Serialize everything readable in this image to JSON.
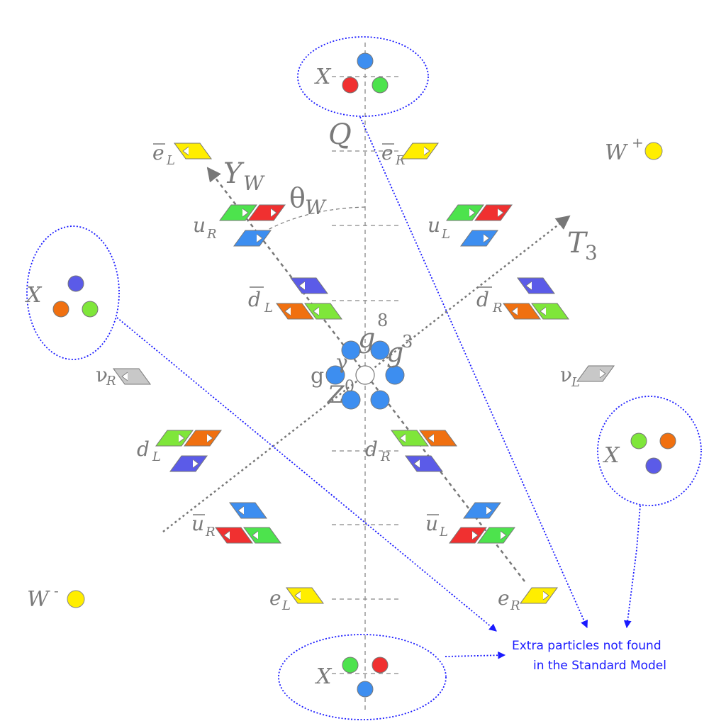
{
  "axes": {
    "q": "Q",
    "yw_main": "Y",
    "yw_sub": "W",
    "t3_main": "T",
    "t3_sub": "3",
    "theta_main": "θ",
    "theta_sub": "W"
  },
  "bosons": {
    "w_plus_main": "W",
    "w_plus_sup": "+",
    "w_minus_main": "W",
    "w_minus_sup": "-",
    "g8_main": "g",
    "g8_sup": "8",
    "g3_main": "g",
    "g3_sup": "3",
    "gamma": "γ",
    "g_left": "g",
    "z_main": "Z",
    "z_sup": "0"
  },
  "fermions": {
    "ebar_L": {
      "main": "e",
      "sub": "L"
    },
    "ebar_R": {
      "main": "e",
      "sub": "R"
    },
    "u_R": {
      "main": "u",
      "sub": "R"
    },
    "u_L": {
      "main": "u",
      "sub": "L"
    },
    "dbar_L": {
      "main": "d",
      "sub": "L"
    },
    "dbar_R": {
      "main": "d",
      "sub": "R"
    },
    "nu_R": {
      "main": "ν",
      "sub": "R"
    },
    "nu_L": {
      "main": "ν",
      "sub": "L"
    },
    "d_L": {
      "main": "d",
      "sub": "L"
    },
    "d_R": {
      "main": "d",
      "sub": "R"
    },
    "ubar_R": {
      "main": "u",
      "sub": "R"
    },
    "ubar_L": {
      "main": "u",
      "sub": "L"
    },
    "e_L": {
      "main": "e",
      "sub": "L"
    },
    "e_R": {
      "main": "e",
      "sub": "R"
    }
  },
  "x_bosons": {
    "top": "X",
    "left": "X",
    "right": "X",
    "bottom": "X"
  },
  "annotation": {
    "line1": "Extra particles not found",
    "line2": "in the Standard Model"
  },
  "colors": {
    "red": "#f03030",
    "green": "#4de34d",
    "blue": "#3d8ef0",
    "violet": "#5b5be8",
    "orange": "#f07010",
    "lime": "#7fe63a",
    "yellow": "#ffee00",
    "gray": "#c8c8c8",
    "annotation": "#1a1aff"
  }
}
